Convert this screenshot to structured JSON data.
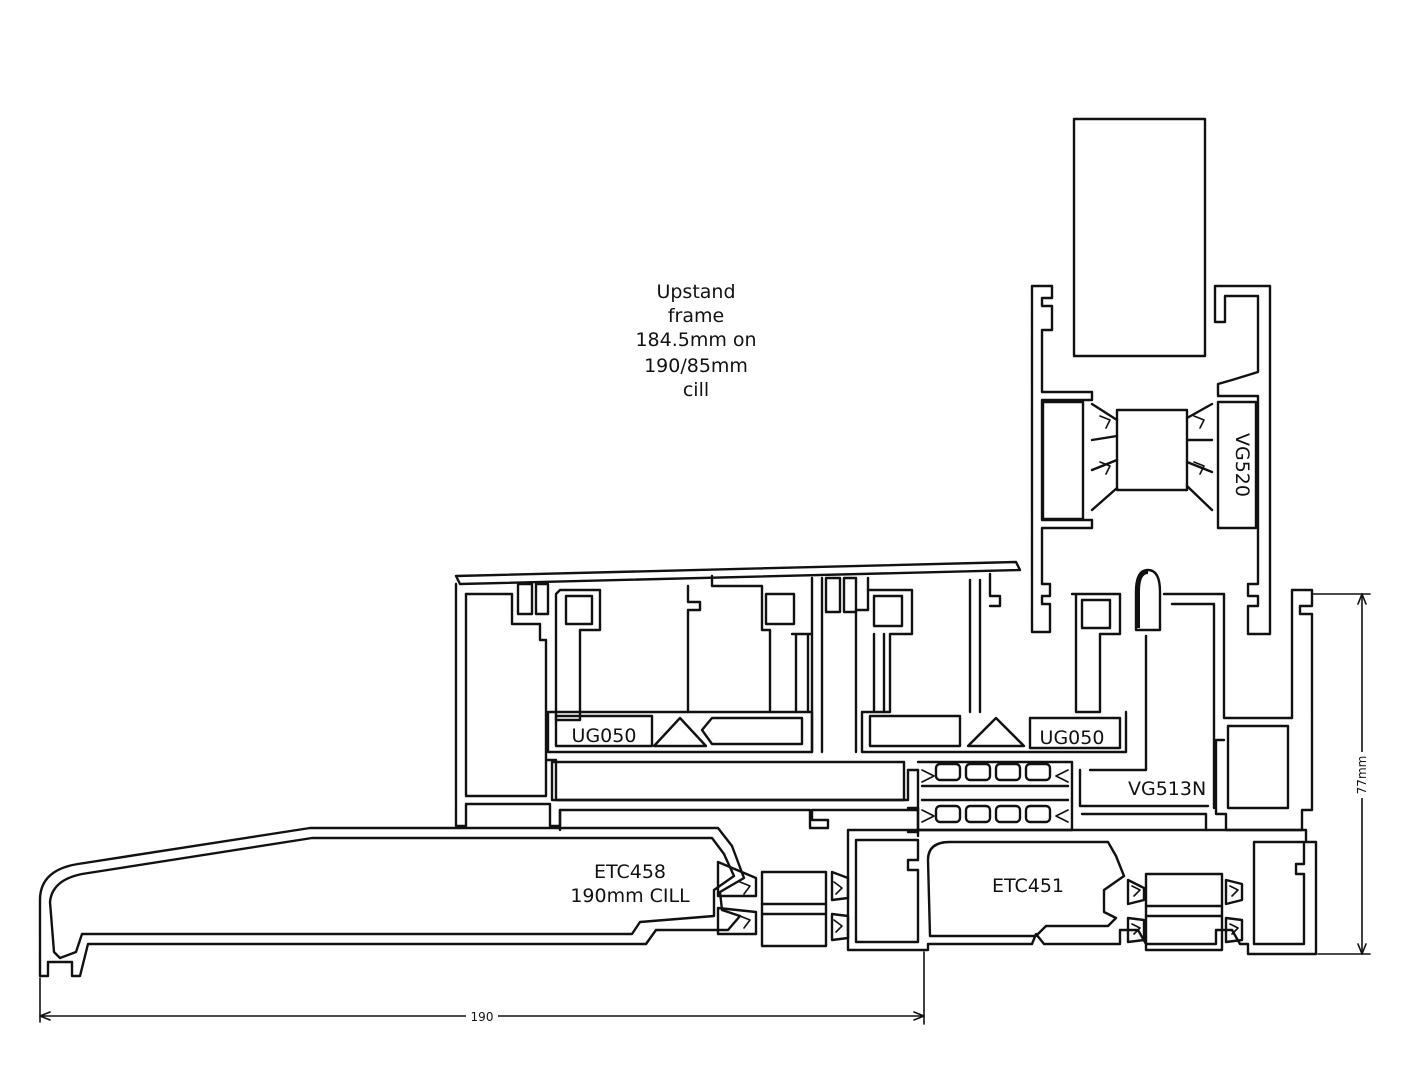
{
  "note_lines": [
    "Upstand",
    "frame",
    "184.5mm  on",
    "190/85mm",
    "cill"
  ],
  "labels": {
    "vg520": "VG520",
    "ug050_left": "UG050",
    "ug050_right": "UG050",
    "vg513n": "VG513N",
    "etc458_line1": "ETC458",
    "etc458_line2": "190mm  CILL",
    "etc451": "ETC451"
  },
  "dimensions": {
    "width_190": "190",
    "height_77": "77mm"
  },
  "colors": {
    "line": "#111111",
    "background": "#ffffff"
  }
}
